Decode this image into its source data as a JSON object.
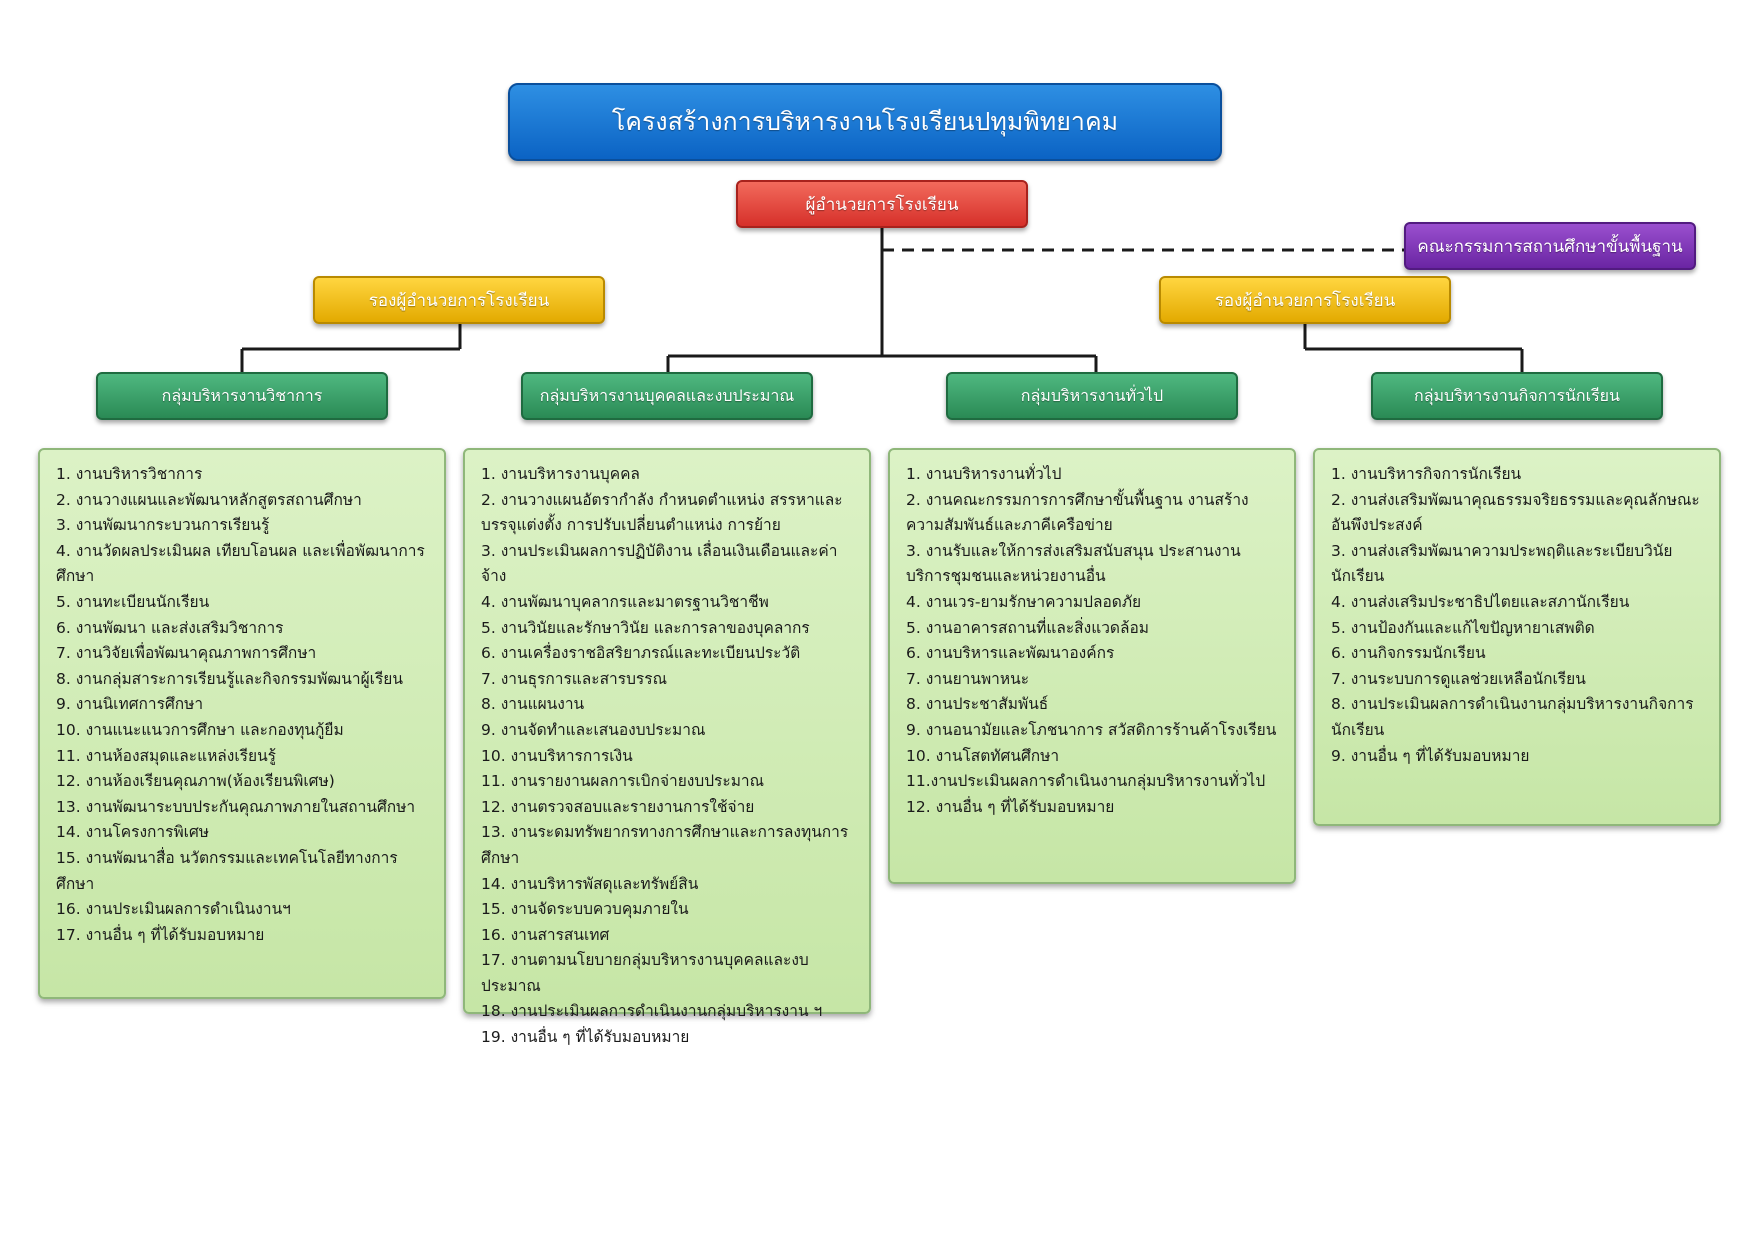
{
  "title": "โครงสร้างการบริหารงานโรงเรียนปทุมพิทยาคม",
  "director": "ผู้อำนวยการโรงเรียน",
  "committee": "คณะกรรมการสถานศึกษาขั้นพื้นฐาน",
  "deputies": [
    "รองผู้อำนวยการโรงเรียน",
    "รองผู้อำนวยการโรงเรียน"
  ],
  "groups": [
    {
      "name": "กลุ่มบริหารงานวิชาการ",
      "items": [
        "1. งานบริหารวิชาการ",
        "2. งานวางแผนและพัฒนาหลักสูตรสถานศึกษา",
        "3. งานพัฒนากระบวนการเรียนรู้",
        "4. งานวัดผลประเมินผล เทียบโอนผล และเพื่อพัฒนาการศึกษา",
        "5. งานทะเบียนนักเรียน",
        "6. งานพัฒนา และส่งเสริมวิชาการ",
        "7. งานวิจัยเพื่อพัฒนาคุณภาพการศึกษา",
        "8. งานกลุ่มสาระการเรียนรู้และกิจกรรมพัฒนาผู้เรียน",
        "9. งานนิเทศการศึกษา",
        "10. งานแนะแนวการศึกษา และกองทุนกู้ยืม",
        "11. งานห้องสมุดและแหล่งเรียนรู้",
        "12. งานห้องเรียนคุณภาพ(ห้องเรียนพิเศษ)",
        "13. งานพัฒนาระบบประกันคุณภาพภายในสถานศึกษา",
        "14. งานโครงการพิเศษ",
        "15. งานพัฒนาสื่อ นวัตกรรมและเทคโนโลยีทางการศึกษา",
        "16. งานประเมินผลการดำเนินงานฯ",
        "17. งานอื่น ๆ ที่ได้รับมอบหมาย"
      ]
    },
    {
      "name": "กลุ่มบริหารงานบุคคลและงบประมาณ",
      "items": [
        "1. งานบริหารงานบุคคล",
        "2. งานวางแผนอัตรากำลัง กำหนดตำแหน่ง สรรหาและบรรจุแต่งตั้ง การปรับเปลี่ยนตำแหน่ง การย้าย",
        "3. งานประเมินผลการปฏิบัติงาน เลื่อนเงินเดือนและค่าจ้าง",
        "4. งานพัฒนาบุคลากรและมาตรฐานวิชาชีพ",
        "5. งานวินัยและรักษาวินัย และการลาของบุคลากร",
        "6. งานเครื่องราชอิสริยาภรณ์และทะเบียนประวัติ",
        "7. งานธุรการและสารบรรณ",
        "8. งานแผนงาน",
        "9. งานจัดทำและเสนองบประมาณ",
        "10. งานบริหารการเงิน",
        "11. งานรายงานผลการเบิกจ่ายงบประมาณ",
        "12. งานตรวจสอบและรายงานการใช้จ่าย",
        "13. งานระดมทรัพยากรทางการศึกษาและการลงทุนการศึกษา",
        "14. งานบริหารพัสดุและทรัพย์สิน",
        "15. งานจัดระบบควบคุมภายใน",
        "16. งานสารสนเทศ",
        "17. งานตามนโยบายกลุ่มบริหารงานบุคคลและงบประมาณ",
        "18. งานประเมินผลการดำเนินงานกลุ่มบริหารงาน ฯ",
        "19.  งานอื่น ๆ ที่ได้รับมอบหมาย"
      ]
    },
    {
      "name": "กลุ่มบริหารงานทั่วไป",
      "items": [
        "1. งานบริหารงานทั่วไป",
        "2. งานคณะกรรมการการศึกษาขั้นพื้นฐาน งานสร้างความสัมพันธ์และภาคีเครือข่าย",
        "3. งานรับและให้การส่งเสริมสนับสนุน ประสานงาน บริการชุมชนและหน่วยงานอื่น",
        "4. งานเวร-ยามรักษาความปลอดภัย",
        "5. งานอาคารสถานที่และสิ่งแวดล้อม",
        "6. งานบริหารและพัฒนาองค์กร",
        "7. งานยานพาหนะ",
        "8. งานประชาสัมพันธ์",
        "9. งานอนามัยและโภชนาการ สวัสดิการร้านค้าโรงเรียน",
        "10. งานโสตทัศนศึกษา",
        "11.งานประเมินผลการดำเนินงานกลุ่มบริหารงานทั่วไป",
        "12. งานอื่น ๆ ที่ได้รับมอบหมาย"
      ]
    },
    {
      "name": "กลุ่มบริหารงานกิจการนักเรียน",
      "items": [
        "1. งานบริหารกิจการนักเรียน",
        "2. งานส่งเสริมพัฒนาคุณธรรมจริยธรรมและคุณลักษณะอันพึงประสงค์",
        "3. งานส่งเสริมพัฒนาความประพฤติและระเบียบวินัยนักเรียน",
        "4. งานส่งเสริมประชาธิปไตยและสภานักเรียน",
        "5. งานป้องกันและแก้ไขปัญหายาเสพติด",
        "6. งานกิจกรรมนักเรียน",
        "7. งานระบบการดูแลช่วยเหลือนักเรียน",
        "8. งานประเมินผลการดำเนินงานกลุ่มบริหารงานกิจการนักเรียน",
        "9. งานอื่น ๆ ที่ได้รับมอบหมาย"
      ]
    }
  ]
}
